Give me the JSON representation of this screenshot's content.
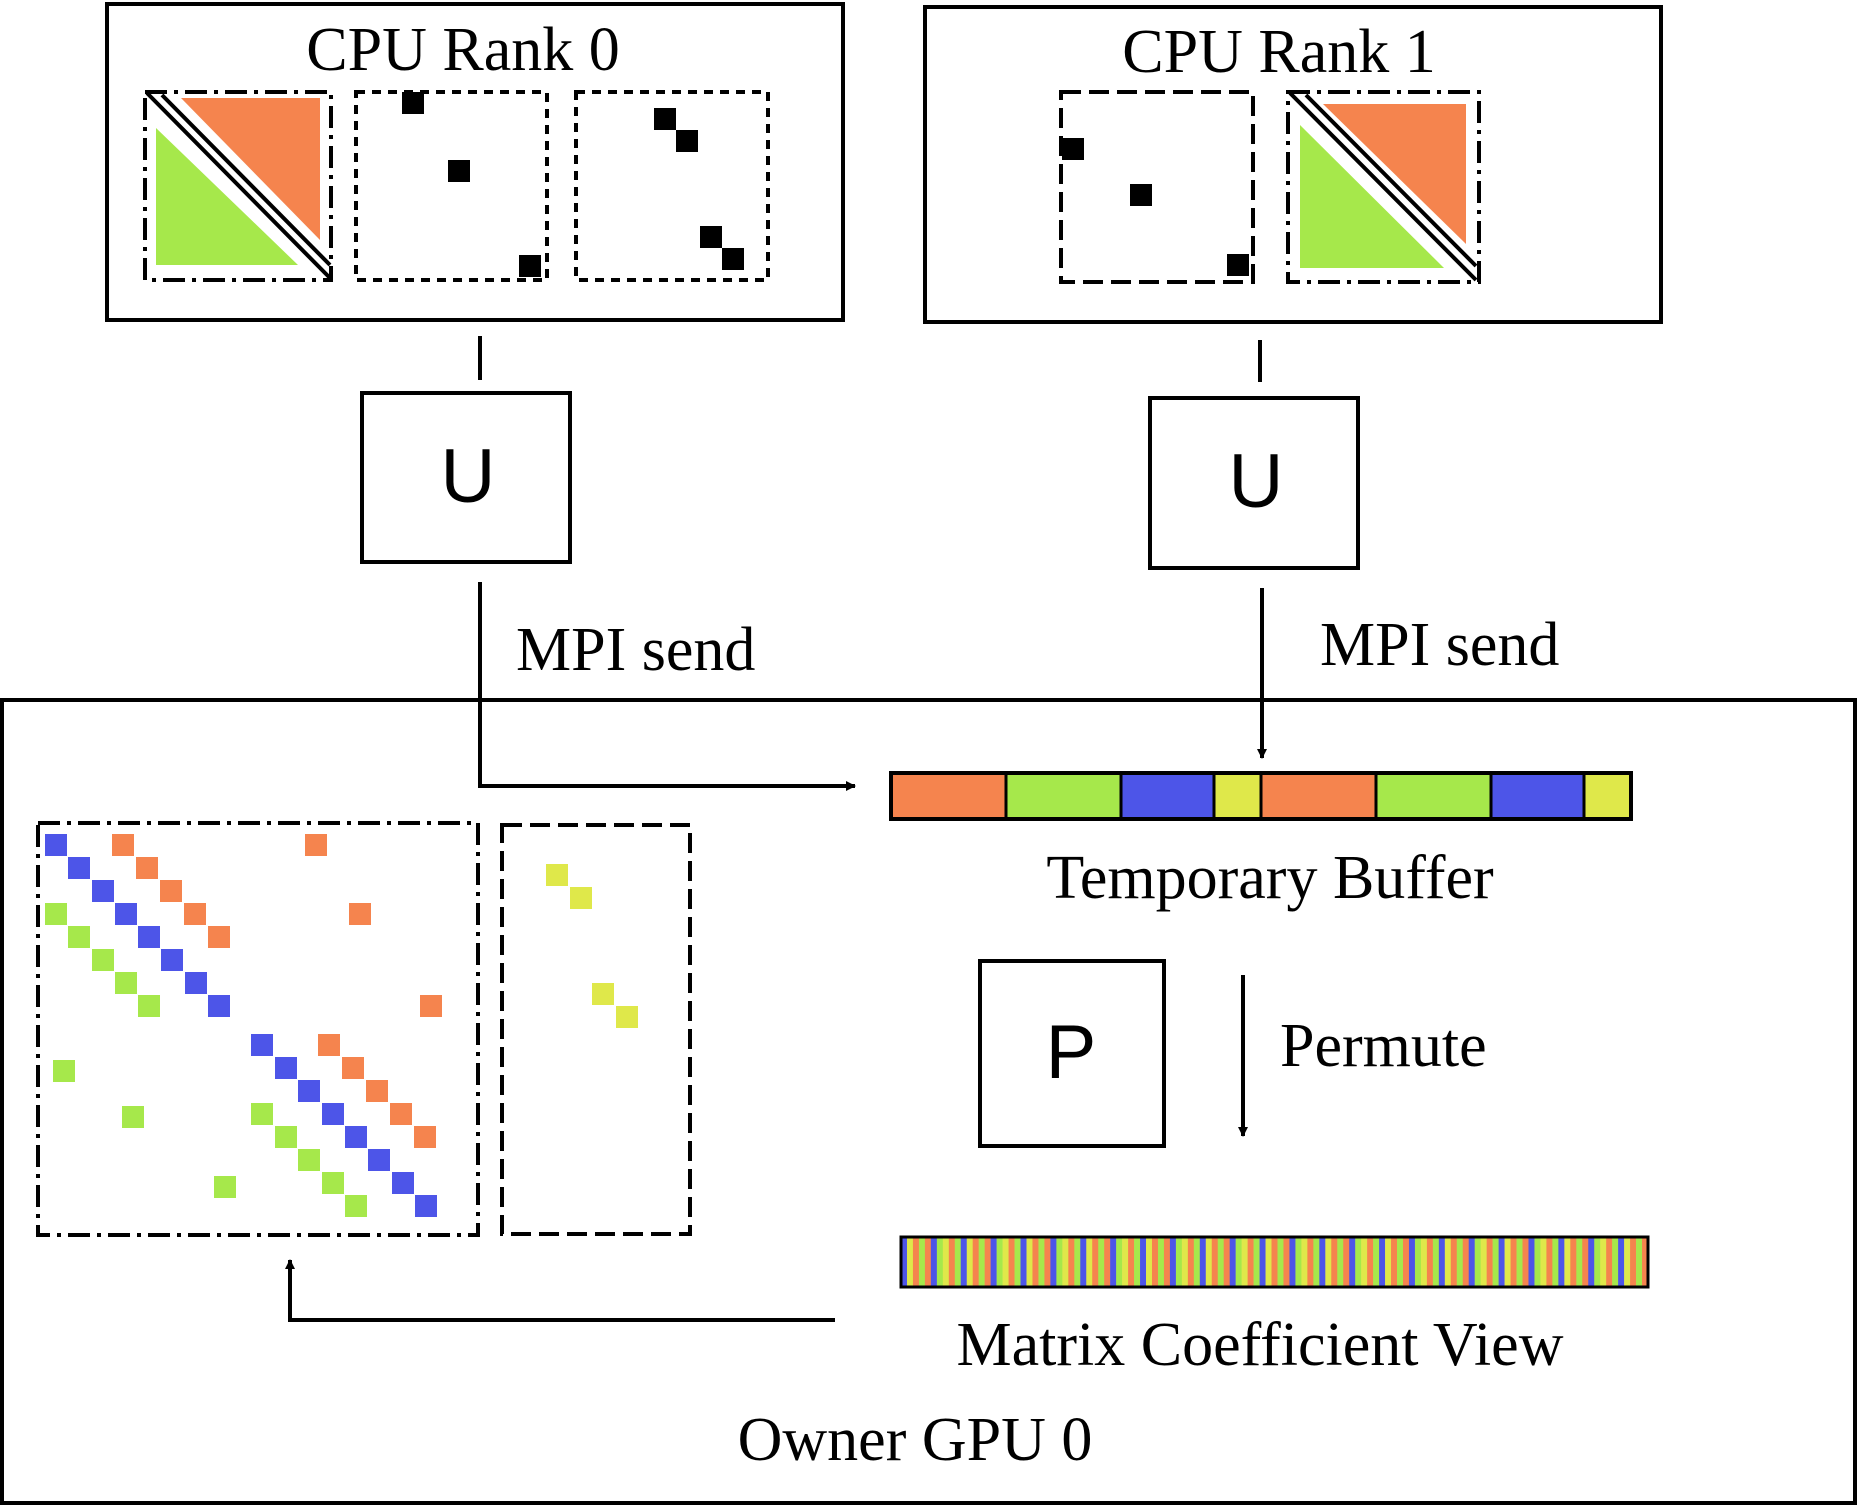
{
  "rank0": {
    "title": "CPU Rank 0",
    "op": "U"
  },
  "rank1": {
    "title": "CPU Rank 1",
    "op": "U"
  },
  "send_left": "MPI send",
  "send_right": "MPI send",
  "temp_buffer": {
    "label": "Temporary Buffer",
    "segments": [
      "orange",
      "green",
      "blue",
      "yellow",
      "orange",
      "green",
      "blue",
      "yellow"
    ]
  },
  "permute": {
    "op": "P",
    "label": "Permute"
  },
  "coef_view": {
    "label": "Matrix Coefficient View"
  },
  "gpu": {
    "label": "Owner GPU 0"
  },
  "colors": {
    "orange": "#f5844e",
    "green": "#a6e84b",
    "blue": "#4d55e8",
    "yellow": "#dfe84a",
    "black": "#000000"
  }
}
